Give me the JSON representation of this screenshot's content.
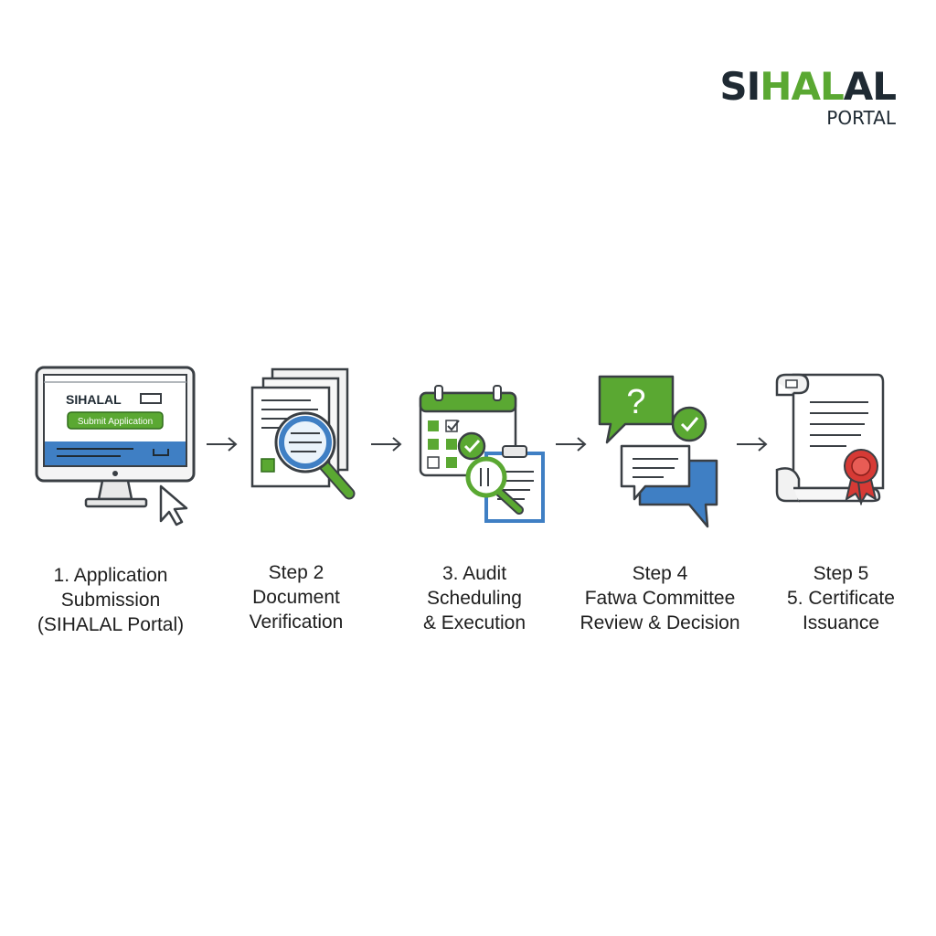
{
  "logo": {
    "part1": "SI",
    "part2": "HAL",
    "part3": "AL",
    "subtitle": "PORTAL",
    "colors": {
      "dark": "#1f2a33",
      "green": "#5aa832"
    }
  },
  "steps": [
    {
      "icon": "computer-monitor-icon",
      "screen_title": "SIHALAL",
      "screen_button": "Submit Application",
      "label_lines": [
        "1. Application",
        "Submission",
        "(SIHALAL Portal)"
      ]
    },
    {
      "icon": "document-magnifier-icon",
      "label_lines": [
        "Step 2",
        "Document",
        "Verification"
      ]
    },
    {
      "icon": "calendar-audit-icon",
      "label_lines": [
        "3. Audit",
        "Scheduling",
        "& Execution"
      ]
    },
    {
      "icon": "speech-bubbles-icon",
      "bubble_text": "?",
      "label_lines": [
        "Step 4",
        "Fatwa Committee",
        "Review & Decision"
      ]
    },
    {
      "icon": "certificate-scroll-icon",
      "label_lines": [
        "Step 5",
        "5. Certificate",
        "Issuance"
      ]
    }
  ],
  "colors": {
    "green": "#5aa832",
    "blue": "#3f7fc4",
    "outline": "#3a3f44",
    "red": "#d63a35"
  }
}
